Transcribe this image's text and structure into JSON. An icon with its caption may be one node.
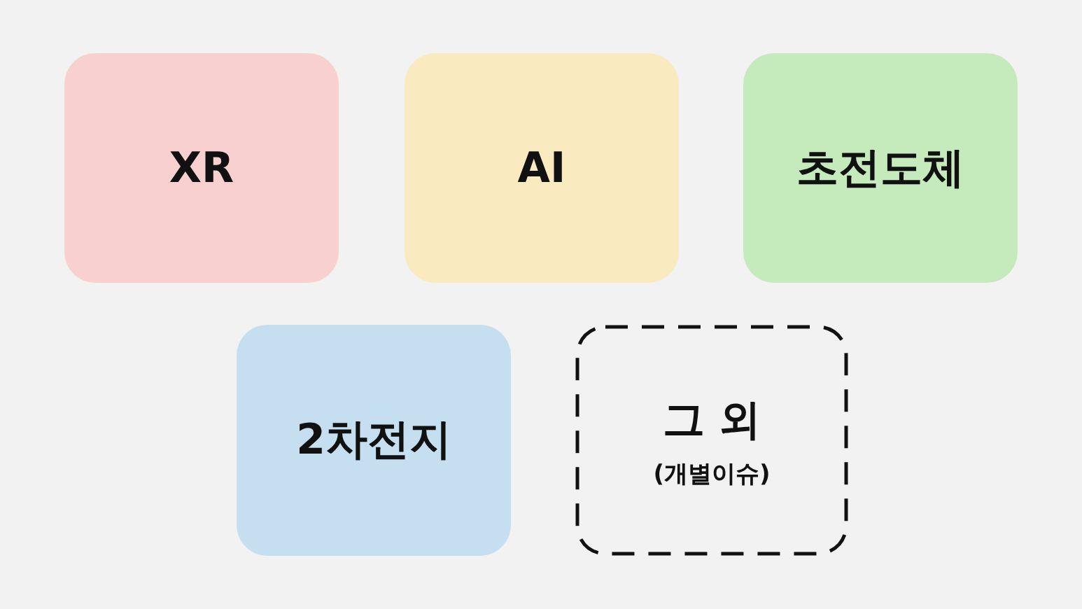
{
  "diagram": {
    "nodes": [
      {
        "text": [
          "XR"
        ]
      },
      {
        "text": [
          "AI"
        ]
      },
      {
        "text": [
          "초전도체"
        ]
      },
      {
        "text": [
          "2차전지"
        ]
      },
      {
        "text": [
          "그 외",
          "(개별이슈)"
        ]
      }
    ]
  }
}
